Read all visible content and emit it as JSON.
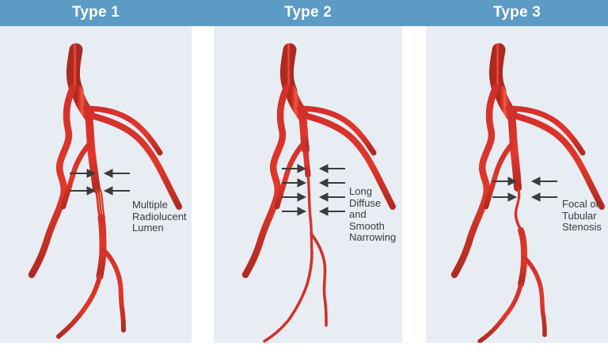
{
  "figure": {
    "background_color": "#ffffff",
    "header_color": "#5b9bc4",
    "panel_color": "#e8edf4",
    "vessel_color": "#e03023",
    "vessel_edge_color": "#b52a1e",
    "arrow_color": "#3b3b3b",
    "text_color": "#3b3b3b",
    "title_text_color": "#ffffff"
  },
  "panels": [
    {
      "title": "Type 1",
      "label": "Multiple\nRadiolucent\nLumen",
      "arrow_pairs": 2,
      "lesion": "multiple-radiolucent-lumen"
    },
    {
      "title": "Type 2",
      "label": "Long\nDiffuse\nand\nSmooth\nNarrowing",
      "arrow_pairs": 4,
      "lesion": "long-diffuse-smooth-narrowing"
    },
    {
      "title": "Type 3",
      "label": "Focal or\nTubular\nStenosis",
      "arrow_pairs": 2,
      "lesion": "focal-or-tubular-stenosis"
    }
  ]
}
